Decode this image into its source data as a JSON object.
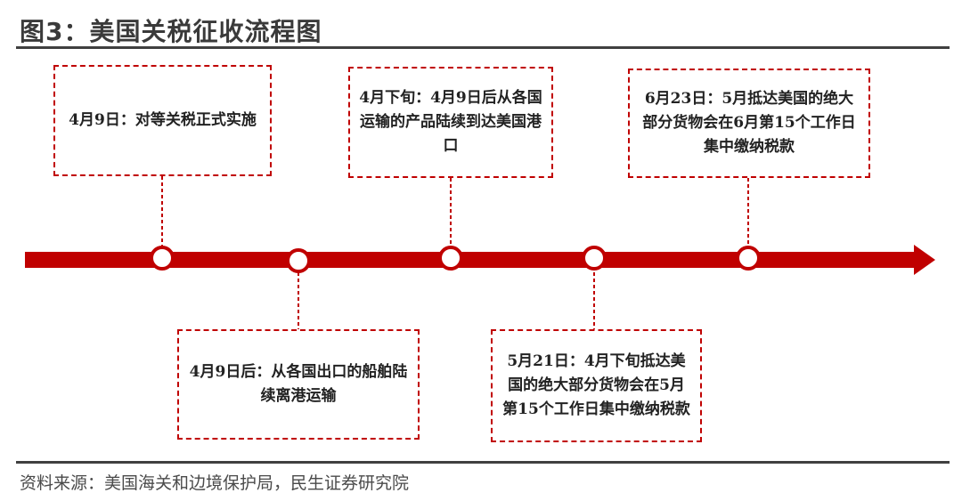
{
  "title": "图3：美国关税征收流程图",
  "source": "资料来源：美国海关和边境保护局，民生证券研究院",
  "colors": {
    "accent": "#c00000",
    "rule": "#404040"
  },
  "events": [
    {
      "id": "e1",
      "text": "4月9日：对等关税正式实施"
    },
    {
      "id": "e2",
      "text": "4月9日后：从各国出口的船舶陆续离港运输"
    },
    {
      "id": "e3",
      "text": "4月下旬：4月9日后从各国运输的产品陆续到达美国港口"
    },
    {
      "id": "e4",
      "text": "5月21日：4月下旬抵达美国的绝大部分货物会在5月第15个工作日集中缴纳税款"
    },
    {
      "id": "e5",
      "text": "6月23日：5月抵达美国的绝大部分货物会在6月第15个工作日集中缴纳税款"
    }
  ]
}
